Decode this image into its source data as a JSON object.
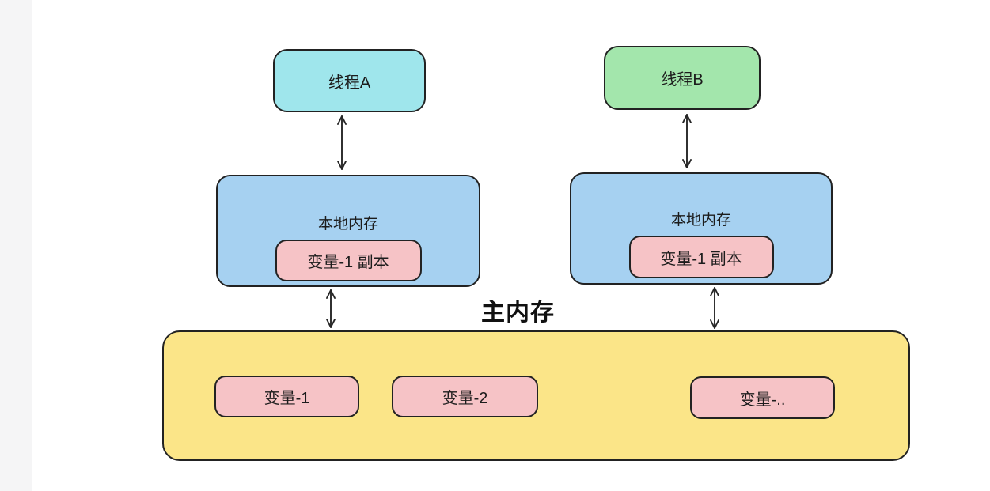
{
  "diagram": {
    "thread_a": {
      "label": "线程A"
    },
    "thread_b": {
      "label": "线程B"
    },
    "local_memory_a": {
      "label": "本地内存",
      "variable_copy": "变量-1 副本"
    },
    "local_memory_b": {
      "label": "本地内存",
      "variable_copy": "变量-1 副本"
    },
    "main_memory": {
      "label": "主内存",
      "variables": [
        "变量-1",
        "变量-2",
        "变量-.."
      ]
    },
    "colors": {
      "thread_a_fill": "#9fe6ec",
      "thread_b_fill": "#a3e6ac",
      "local_memory_fill": "#a6d1f1",
      "variable_fill": "#f6c3c6",
      "main_memory_fill": "#fbe588",
      "border": "#222222",
      "page_gutter": "#f5f5f6"
    }
  }
}
